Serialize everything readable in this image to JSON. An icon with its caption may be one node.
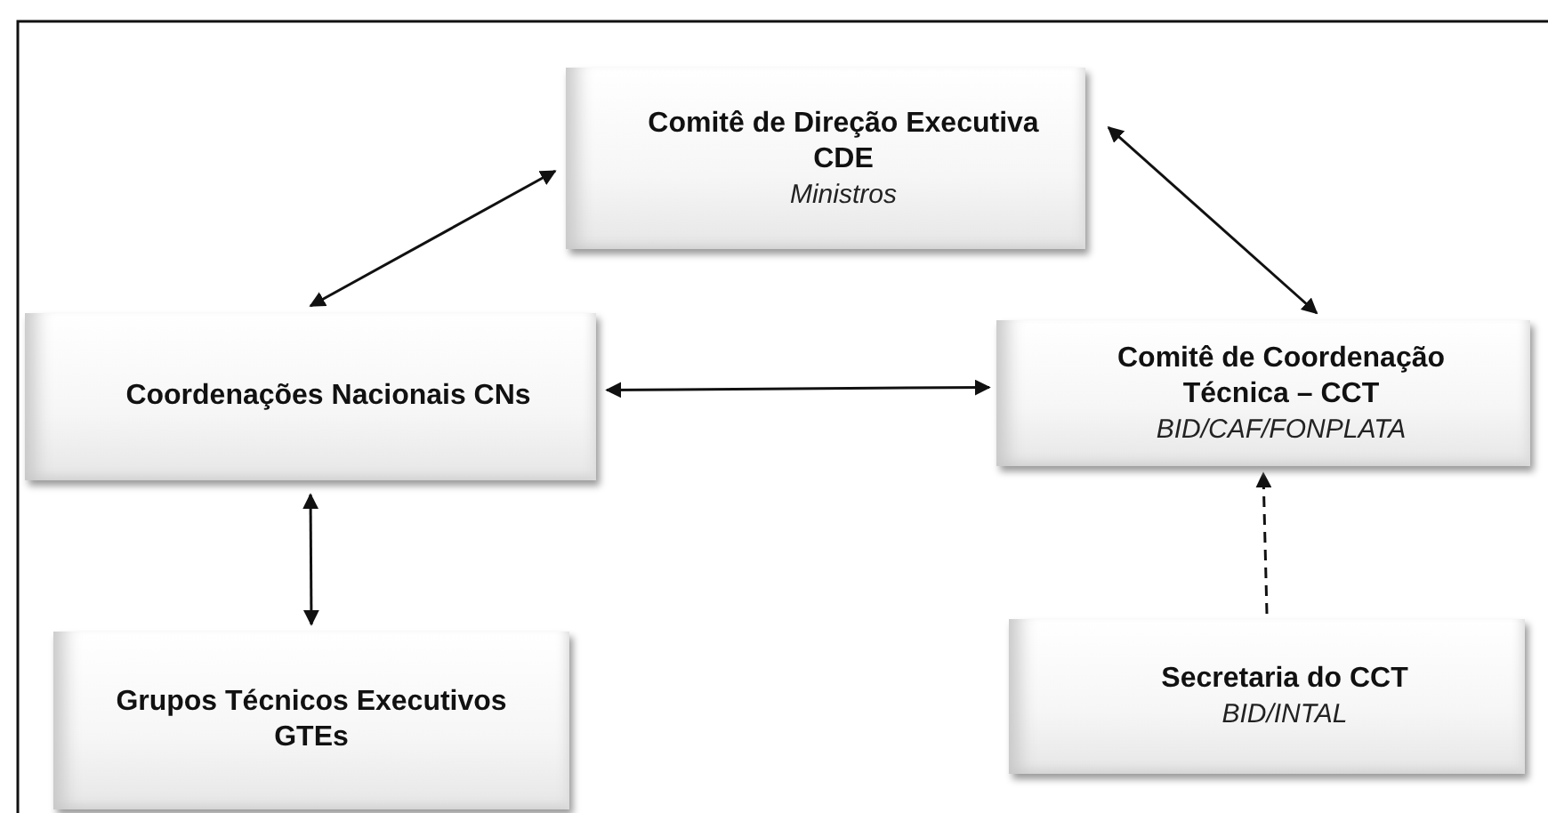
{
  "diagram": {
    "nodes": [
      {
        "text": [
          "Comitê de Direção Executiva CDE",
          "Ministros"
        ]
      },
      {
        "text": [
          "Coordenações Nacionais CNs"
        ]
      },
      {
        "text": [
          "Comitê de Coordenação Técnica – CCT",
          "BID/CAF/FONPLATA"
        ]
      },
      {
        "text": [
          "Grupos Técnicos Executivos GTEs"
        ]
      },
      {
        "text": [
          "Secretaria do CCT",
          "BID/INTAL"
        ]
      }
    ],
    "edges": [
      {
        "from": 1,
        "to": 0,
        "arrow": "both"
      },
      {
        "from": 0,
        "to": 2,
        "arrow": "both"
      },
      {
        "from": 1,
        "to": 2,
        "arrow": "both"
      },
      {
        "from": 1,
        "to": 3,
        "arrow": "both"
      },
      {
        "from": 4,
        "to": 2,
        "arrow": "to",
        "style": "dashed"
      }
    ]
  }
}
